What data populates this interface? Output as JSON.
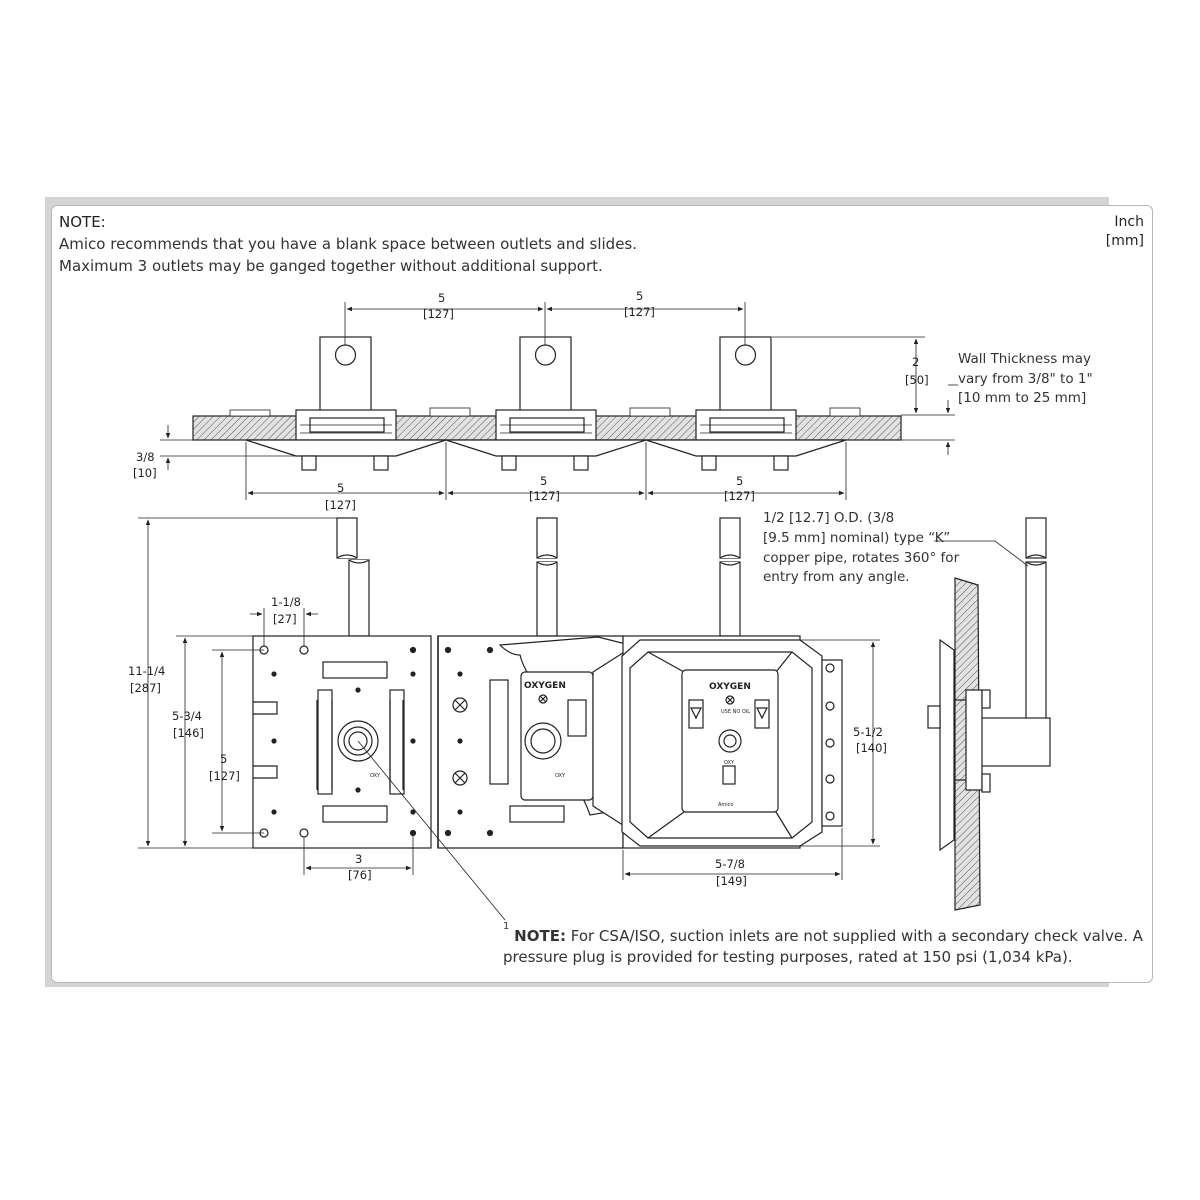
{
  "note": {
    "heading": "NOTE:",
    "line1": "Amico recommends that you have a blank space between outlets and slides.",
    "line2": "Maximum 3 outlets may be ganged together without additional support."
  },
  "units": {
    "inch": "Inch",
    "mm": "[mm]"
  },
  "wall_note": {
    "line1": "Wall Thickness may",
    "line2": "vary from 3/8\" to 1\"",
    "line3": "[10 mm to 25 mm]"
  },
  "pipe_note": {
    "line1": "1/2 [12.7] O.D. (3/8",
    "line2": "[9.5 mm] nominal) type “K”",
    "line3": "copper pipe, rotates 360° for",
    "line4": "entry from any angle."
  },
  "footnote": {
    "marker": "1",
    "label": "NOTE:",
    "line1": " For CSA/ISO, suction inlets are not supplied with a secondary check valve. A",
    "line2": "pressure plug is provided for testing purposes, rated at 150 psi (1,034 kPa)."
  },
  "dimensions": {
    "top_spacing_a": "5",
    "top_spacing_a_mm": "[127]",
    "top_spacing_b": "5",
    "top_spacing_b_mm": "[127]",
    "stub_height": "2",
    "stub_height_mm": "[50]",
    "projection": "3/8",
    "projection_mm": "[10]",
    "plate_a": "5",
    "plate_a_mm": "[127]",
    "plate_b": "5",
    "plate_b_mm": "[127]",
    "plate_c": "5",
    "plate_c_mm": "[127]",
    "overall_height": "11-1/4",
    "overall_height_mm": "[287]",
    "hole_offset": "1-1/8",
    "hole_offset_mm": "[27]",
    "frame_height": "5-3/4",
    "frame_height_mm": "[146]",
    "hole_span_v": "5",
    "hole_span_v_mm": "[127]",
    "hole_span_h": "3",
    "hole_span_h_mm": "[76]",
    "faceplate_height": "5-1/2",
    "faceplate_height_mm": "[140]",
    "faceplate_width": "5-7/8",
    "faceplate_width_mm": "[149]"
  },
  "labels": {
    "oxygen": "OXYGEN",
    "oxy": "OXY",
    "brand": "Amico",
    "small": "USE NO OIL",
    "tag": "OXY"
  }
}
